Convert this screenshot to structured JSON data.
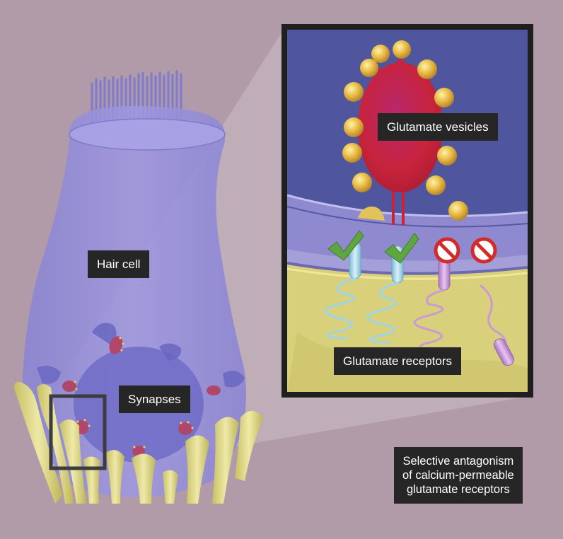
{
  "labels": {
    "hair_cell": "Hair cell",
    "synapses": "Synapses",
    "glutamate_vesicles": "Glutamate vesicles",
    "glutamate_receptors": "Glutamate receptors",
    "antagonism_note": "Selective antagonism\nof calcium-permeable\nglutamate receptors"
  },
  "colors": {
    "background": "#b19ba8",
    "hair_cell_body": "#8f8ad8",
    "inset_cell_interior": "#4f569e",
    "postsynaptic_terminal": "#dcd37e",
    "vesicle_ribbon": "#c6243e",
    "vesicle": "#e3b84a",
    "nerve_fiber": "#e8e28a",
    "permeable_receptor": "#9fd4e8",
    "blocked_receptor": "#c99ad6",
    "check_mark": "#5fa640",
    "block_sign": "#d22b2b",
    "label_box": "#262626"
  },
  "receptors": [
    {
      "kind": "permeable",
      "status": "check-icon"
    },
    {
      "kind": "permeable",
      "status": "check-icon"
    },
    {
      "kind": "calcium-permeable",
      "status": "block-icon"
    },
    {
      "kind": "calcium-permeable",
      "status": "block-icon"
    }
  ]
}
